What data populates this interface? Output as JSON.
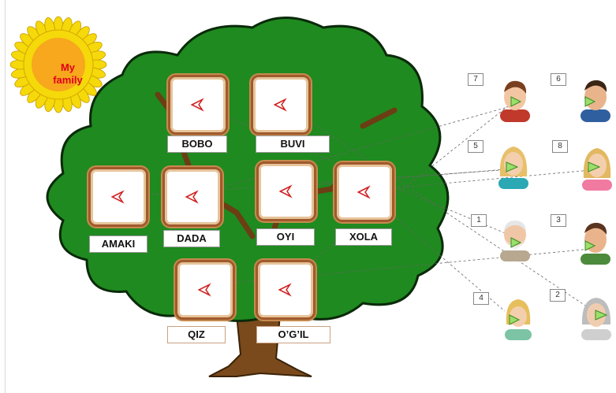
{
  "badge": {
    "line1": "My",
    "line2": "family",
    "color": "#e0001a",
    "petal_color": "#f5d90a"
  },
  "tree": {
    "leaf_color": "#1f8a1f",
    "trunk_color": "#7a4a1c",
    "frame_color": "#a05a2c"
  },
  "slots": [
    {
      "label": "BOBO"
    },
    {
      "label": "BUVI"
    },
    {
      "label": "AMAKI"
    },
    {
      "label": "DADA"
    },
    {
      "label": "OYI"
    },
    {
      "label": "XOLA"
    },
    {
      "label": "QIZ"
    },
    {
      "label": "O’G’IL"
    }
  ],
  "people": [
    {
      "number": "7",
      "icon": "young-man-red-shirt"
    },
    {
      "number": "6",
      "icon": "man-blue-shirt"
    },
    {
      "number": "5",
      "icon": "blonde-woman-teal"
    },
    {
      "number": "8",
      "icon": "blonde-woman-pink"
    },
    {
      "number": "1",
      "icon": "old-man-beard"
    },
    {
      "number": "3",
      "icon": "man-green-shirt"
    },
    {
      "number": "4",
      "icon": "girl-blonde"
    },
    {
      "number": "2",
      "icon": "old-woman-gray"
    }
  ]
}
